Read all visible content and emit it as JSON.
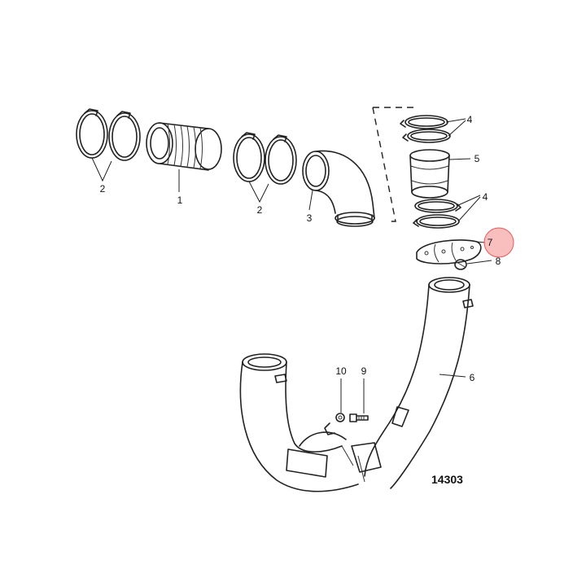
{
  "callouts": {
    "c1": "1",
    "c2a": "2",
    "c2b": "2",
    "c3": "3",
    "c4a": "4",
    "c4b": "4",
    "c5": "5",
    "c6": "6",
    "c7": "7",
    "c8": "8",
    "c9": "9",
    "c10": "10"
  },
  "reference_number": "14303",
  "highlighted_part": "7",
  "colors": {
    "highlight": "#f7a8a8",
    "line": "#222222"
  }
}
